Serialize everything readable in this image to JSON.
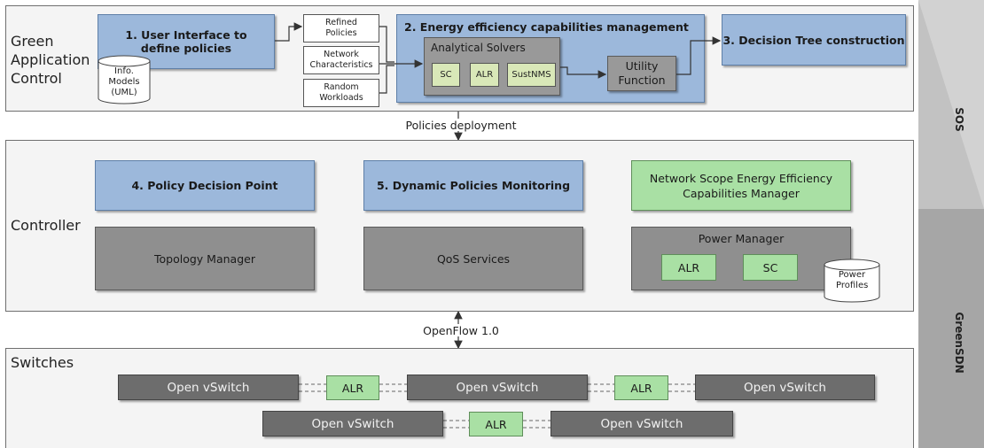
{
  "side_labels": {
    "top": "SOS",
    "bottom": "GreenSDN"
  },
  "layers": {
    "green_app": {
      "label": "Green Application Control"
    },
    "controller": {
      "label": "Controller"
    },
    "switches": {
      "label": "Switches"
    }
  },
  "green_app": {
    "ui_box": "1. User Interface to define policies",
    "info_models": "Info. Models (UML)",
    "inputs": [
      "Refined Policies",
      "Network Characteristics",
      "Random Workloads"
    ],
    "energy_mgmt": {
      "title": "2. Energy efficiency capabilities management",
      "solvers_title": "Analytical Solvers",
      "solvers": [
        "SC",
        "ALR",
        "SustNMS"
      ],
      "utility": "Utility Function"
    },
    "decision_tree": "3. Decision Tree construction"
  },
  "connections": {
    "policies_deployment": "Policies deployment",
    "openflow": "OpenFlow 1.0"
  },
  "controller": {
    "pdp": "4. Policy Decision Point",
    "monitoring": "5. Dynamic Policies Monitoring",
    "network_scope": "Network Scope Energy Efficiency Capabilities Manager",
    "topology": "Topology Manager",
    "qos": "QoS Services",
    "power_manager": {
      "title": "Power Manager",
      "items": [
        "ALR",
        "SC"
      ],
      "profiles": "Power Profiles"
    }
  },
  "switches": {
    "row1": [
      "Open vSwitch",
      "ALR",
      "Open vSwitch",
      "ALR",
      "Open vSwitch"
    ],
    "row2": [
      "Open vSwitch",
      "ALR",
      "Open vSwitch"
    ]
  },
  "colors": {
    "blue": "#9cb8db",
    "green": "#a9e0a4",
    "gray": "#8f8f8f",
    "dark_gray": "#6d6d6d",
    "side_bar": "#a9a9a9"
  }
}
